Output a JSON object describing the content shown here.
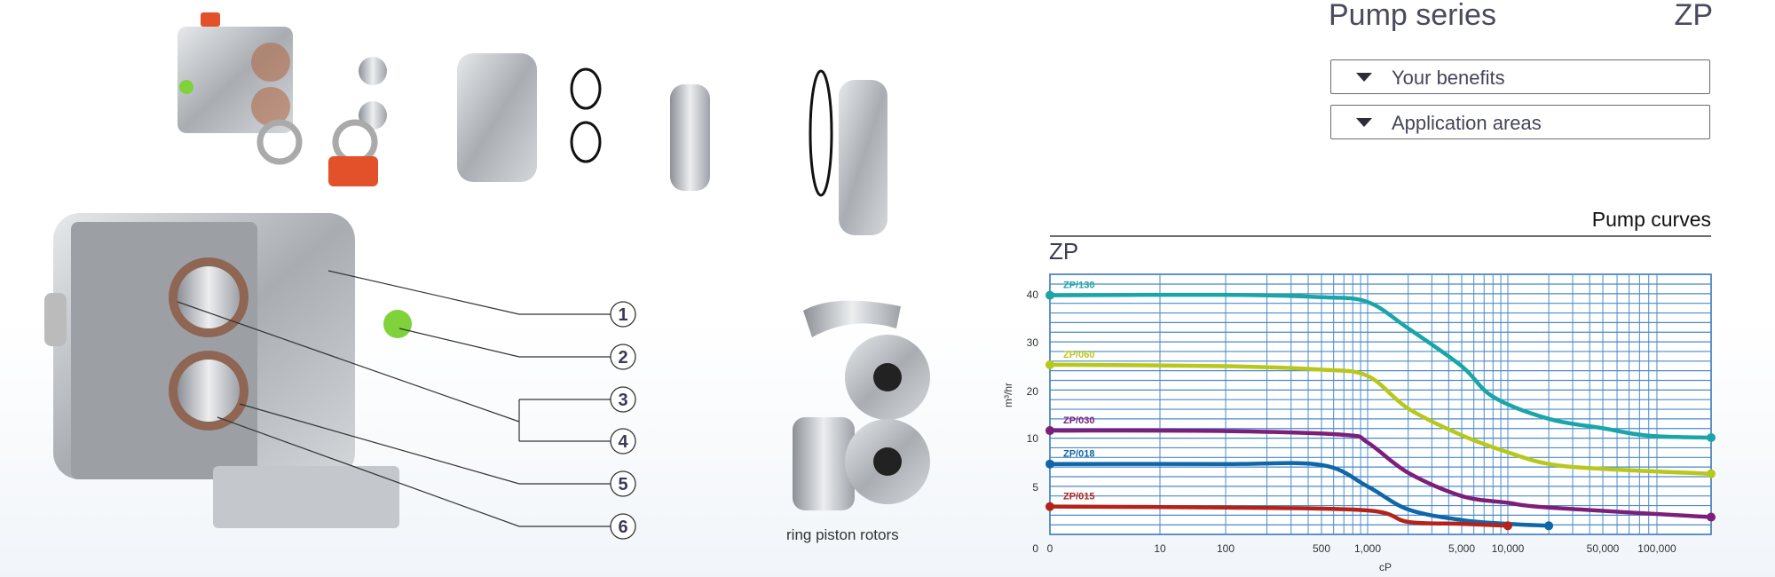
{
  "header": {
    "title": "Pump series",
    "series": "ZP"
  },
  "accordion": [
    {
      "label": "Your benefits",
      "icon": "triangle-down-icon"
    },
    {
      "label": "Application areas",
      "icon": "triangle-down-icon"
    }
  ],
  "illustration": {
    "callouts": [
      "1",
      "2",
      "3",
      "4",
      "5",
      "6"
    ],
    "rotor_caption": "ring piston rotors"
  },
  "chart_section": {
    "heading": "Pump curves",
    "name": "ZP"
  },
  "chart_data": {
    "type": "line",
    "title": "ZP",
    "xlabel": "cP",
    "ylabel": "m³/hr",
    "x_scale": "log",
    "x_ticks": [
      {
        "v": 1,
        "label": "0"
      },
      {
        "v": 10,
        "label": "10"
      },
      {
        "v": 100,
        "label": "100"
      },
      {
        "v": 500,
        "label": "500"
      },
      {
        "v": 1000,
        "label": "1,000"
      },
      {
        "v": 5000,
        "label": "5,000"
      },
      {
        "v": 10000,
        "label": "10,000"
      },
      {
        "v": 50000,
        "label": "50,000"
      },
      {
        "v": 100000,
        "label": "100,000"
      }
    ],
    "y_ticks": [
      {
        "v": 0,
        "label": "0"
      },
      {
        "v": 5,
        "label": "5"
      },
      {
        "v": 10,
        "label": "10"
      },
      {
        "v": 20,
        "label": "20"
      },
      {
        "v": 30,
        "label": "30"
      },
      {
        "v": 40,
        "label": "40"
      }
    ],
    "xlim": [
      1,
      200000
    ],
    "ylim": [
      0,
      44
    ],
    "grid": true,
    "series": [
      {
        "name": "ZP/130",
        "color": "#1aa5a8",
        "x": [
          1,
          100,
          500,
          1000,
          2000,
          5000,
          8000,
          20000,
          50000,
          90000,
          200000
        ],
        "y": [
          39.7,
          39.8,
          39.3,
          38.3,
          32.8,
          25,
          18.7,
          14,
          12,
          10.4,
          10
        ]
      },
      {
        "name": "ZP/060",
        "color": "#b8c81a",
        "x": [
          1,
          100,
          500,
          1000,
          2000,
          5000,
          10000,
          20000,
          50000,
          200000
        ],
        "y": [
          25.3,
          25,
          24.3,
          23,
          16.2,
          10.5,
          8.5,
          7.3,
          6.8,
          6.3
        ]
      },
      {
        "name": "ZP/030",
        "color": "#7d1f7a",
        "x": [
          1,
          100,
          700,
          1000,
          2000,
          5000,
          10000,
          20000,
          200000
        ],
        "y": [
          11.5,
          11.4,
          10.6,
          9.5,
          6.4,
          4,
          3.3,
          2.8,
          1.8
        ]
      },
      {
        "name": "ZP/018",
        "color": "#0f66a8",
        "x": [
          1,
          100,
          500,
          1000,
          2000,
          5000,
          10000,
          20000
        ],
        "y": [
          7.3,
          7.3,
          7.2,
          5,
          2.6,
          1.5,
          1.1,
          0.9
        ]
      },
      {
        "name": "ZP/015",
        "color": "#b5221a",
        "x": [
          1,
          100,
          1000,
          2000,
          5000,
          10000
        ],
        "y": [
          2.9,
          2.8,
          2.5,
          1.3,
          1.1,
          0.9
        ]
      }
    ]
  }
}
